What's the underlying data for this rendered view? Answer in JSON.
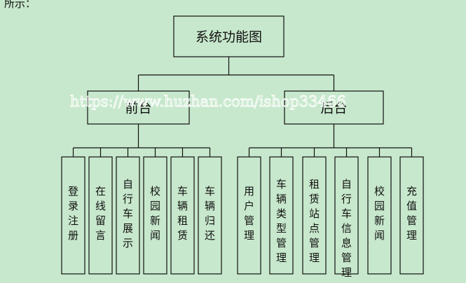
{
  "intro_text": "所示：",
  "root": {
    "label": "系统功能图"
  },
  "groups": [
    {
      "label": "前台",
      "children": [
        "登录注册",
        "在线留言",
        "自行车展示",
        "校园新闻",
        "车辆租赁",
        "车辆归还"
      ]
    },
    {
      "label": "后台",
      "children": [
        "用户管理",
        "车辆类型管理",
        "租赁站点管理",
        "自行车信息管理",
        "校园新闻",
        "充值管理"
      ]
    }
  ],
  "watermark": "https://www.huzhan.com/ishop33466",
  "colors": {
    "background": "#c7e8cc",
    "line": "#111111",
    "watermark": "#ffffff"
  }
}
